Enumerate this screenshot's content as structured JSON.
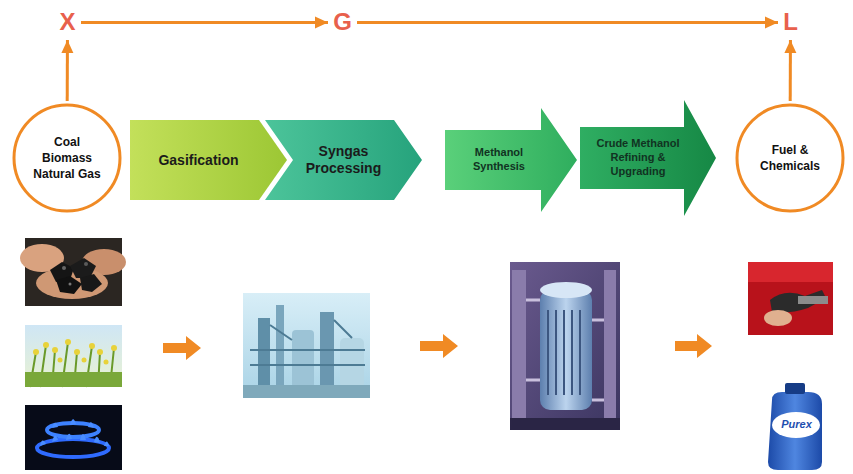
{
  "diagram": {
    "nodes": [
      {
        "text": [
          "X"
        ]
      },
      {
        "text": [
          "G"
        ]
      },
      {
        "text": [
          "L"
        ]
      },
      {
        "text": [
          "Coal",
          "Biomass",
          "Natural Gas"
        ]
      },
      {
        "text": [
          "Gasification"
        ]
      },
      {
        "text": [
          "Syngas Processing"
        ]
      },
      {
        "text": [
          "Methanol Synthesis"
        ]
      },
      {
        "text": [
          "Crude Methanol Refining & Upgrading"
        ]
      },
      {
        "text": [
          "Fuel & Chemicals"
        ]
      }
    ],
    "edges": [
      {
        "from": 3,
        "to": 0,
        "arrow": "to"
      },
      {
        "from": 0,
        "to": 1,
        "arrow": "to"
      },
      {
        "from": 1,
        "to": 2,
        "arrow": "to"
      },
      {
        "from": 8,
        "to": 2,
        "arrow": "to"
      }
    ],
    "labels": [
      "Purex"
    ]
  }
}
